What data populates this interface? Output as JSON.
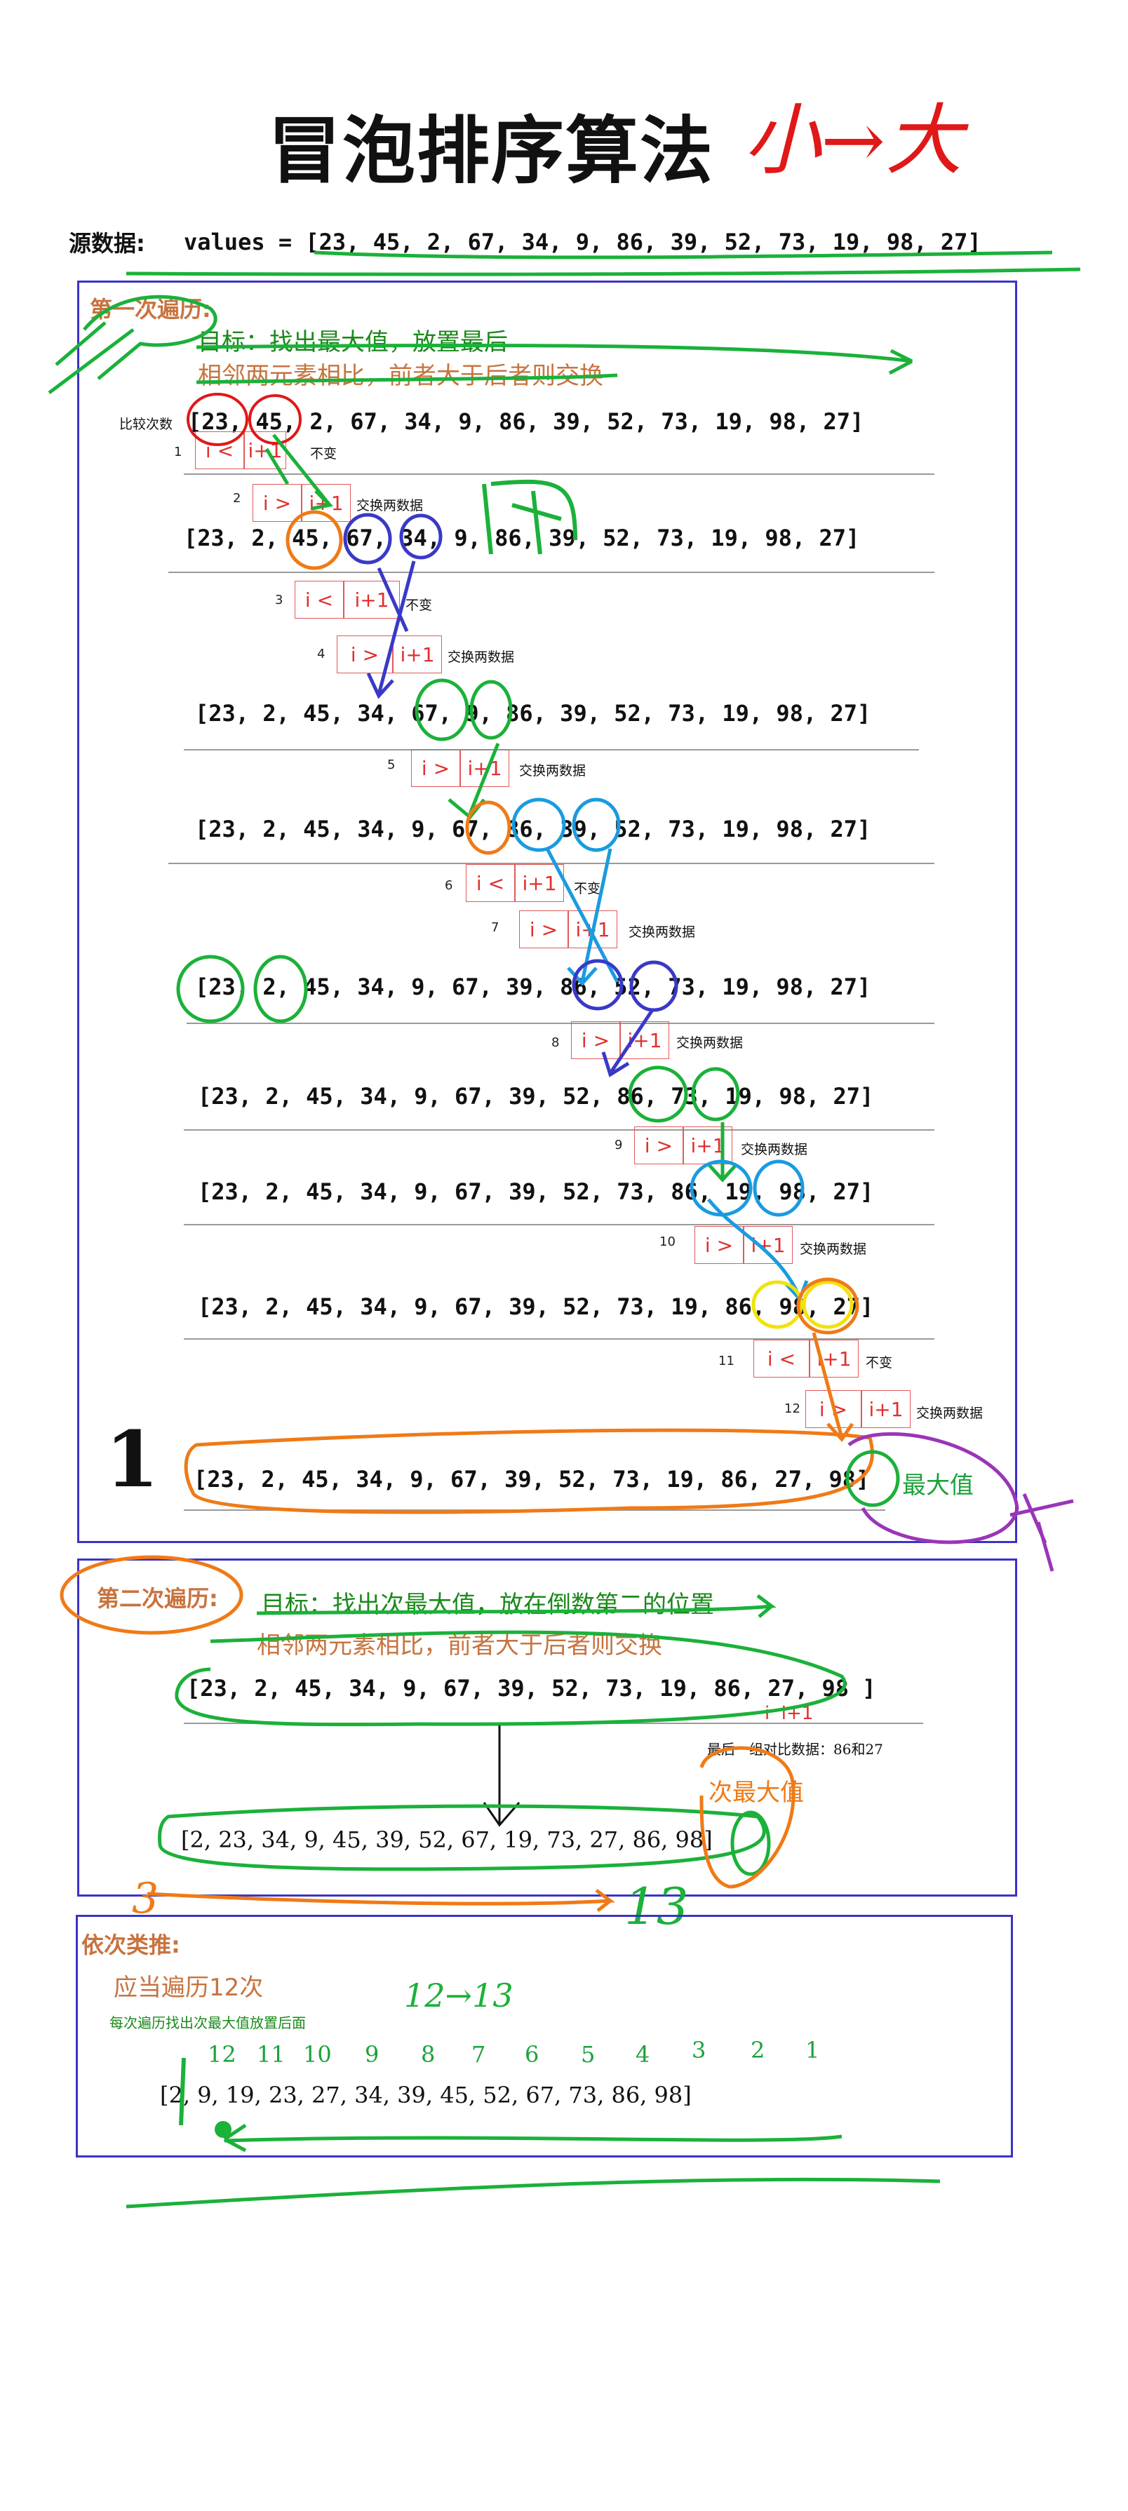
{
  "title": "冒泡排序算法",
  "handwritten_title": "小→大",
  "source": {
    "label": "源数据:",
    "values_text": "values = [23, 45, 2, 67, 34, 9, 86, 39, 52, 73, 19, 98, 27]"
  },
  "pass1": {
    "heading": "第一次遍历:",
    "goal": "目标：找出最大值，放置最后",
    "rule": "相邻两元素相比，前者大于后者则交换",
    "compare_label": "比较次数",
    "rows": [
      "[23, 45, 2, 67, 34, 9, 86, 39, 52, 73, 19, 98, 27]",
      "[23, 2, 45, 67, 34, 9, 86, 39, 52, 73, 19, 98, 27]",
      "[23, 2, 45, 34, 67, 9, 86, 39, 52, 73, 19, 98, 27]",
      "[23, 2, 45, 34, 9, 67, 86, 39, 52, 73, 19, 98, 27]",
      "[23, 2, 45, 34, 9, 67, 39, 86, 52, 73, 19, 98, 27]",
      "[23, 2, 45, 34, 9, 67, 39, 52, 86, 73, 19, 98, 27]",
      "[23, 2, 45, 34, 9, 67, 39, 52, 73, 86, 19, 98, 27]",
      "[23, 2, 45, 34, 9, 67, 39, 52, 73, 19, 86, 98, 27]",
      "[23, 2, 45, 34, 9, 67, 39, 52, 73, 19, 86, 27, 98]"
    ],
    "steps": [
      {
        "n": "1",
        "i": "i",
        "op": "<",
        "j": "i+1",
        "note": "不变"
      },
      {
        "n": "2",
        "i": "i",
        "op": ">",
        "j": "i+1",
        "note": "交换两数据"
      },
      {
        "n": "3",
        "i": "i",
        "op": "<",
        "j": "i+1",
        "note": "不变"
      },
      {
        "n": "4",
        "i": "i",
        "op": ">",
        "j": "i+1",
        "note": "交换两数据"
      },
      {
        "n": "5",
        "i": "i",
        "op": ">",
        "j": "i+1",
        "note": "交换两数据"
      },
      {
        "n": "6",
        "i": "i",
        "op": "<",
        "j": "i+1",
        "note": "不变"
      },
      {
        "n": "7",
        "i": "i",
        "op": ">",
        "j": "i+1",
        "note": "交换两数据"
      },
      {
        "n": "8",
        "i": "i",
        "op": ">",
        "j": "i+1",
        "note": "交换两数据"
      },
      {
        "n": "9",
        "i": "i",
        "op": ">",
        "j": "i+1",
        "note": "交换两数据"
      },
      {
        "n": "10",
        "i": "i",
        "op": ">",
        "j": "i+1",
        "note": "交换两数据"
      },
      {
        "n": "11",
        "i": "i",
        "op": "<",
        "j": "i+1",
        "note": "不变"
      },
      {
        "n": "12",
        "i": "i",
        "op": ">",
        "j": "i+1",
        "note": "交换两数据"
      }
    ],
    "max_label": "最大值",
    "pass_number": "1"
  },
  "pass2": {
    "heading": "第二次遍历:",
    "goal": "目标：找出次最大值，放在倒数第二的位置",
    "rule": "相邻两元素相比，前者大于后者则交换",
    "row_before": "[23, 2, 45, 34, 9, 67, 39, 52, 73, 19, 86, 27, 98 ]",
    "ij_text": "i  i+1",
    "last_note": "最后一组对比数据：86和27",
    "second_max_label": "次最大值",
    "row_after": "[2, 23, 34, 9, 45, 39, 52, 67, 19, 73, 27, 86, 98]",
    "hand_left": "3",
    "hand_right": "13"
  },
  "induction": {
    "heading": "依次类推:",
    "line1": "应当遍历12次",
    "line2": "每次遍历找出次最大值放置后面",
    "hand_note": "12→13",
    "order": [
      "12",
      "11",
      "10",
      "9",
      "8",
      "7",
      "6",
      "5",
      "4",
      "3",
      "2",
      "1"
    ],
    "final_row": "[2, 9, 19, 23, 27, 34, 39, 45, 52, 67, 73, 86, 98]"
  },
  "colors": {
    "frame": "#3a33c7",
    "heading_orange": "#c8733f",
    "goal_green": "#1a8a1a",
    "compare_red": "#e0302f",
    "ink_green": "#1bb13a",
    "ink_orange": "#f07a16",
    "ink_blue": "#3939c8",
    "ink_cyan": "#1a9be0",
    "ink_red": "#e01818",
    "ink_purple": "#9a35b8",
    "ink_yellow": "#f2e20a"
  }
}
